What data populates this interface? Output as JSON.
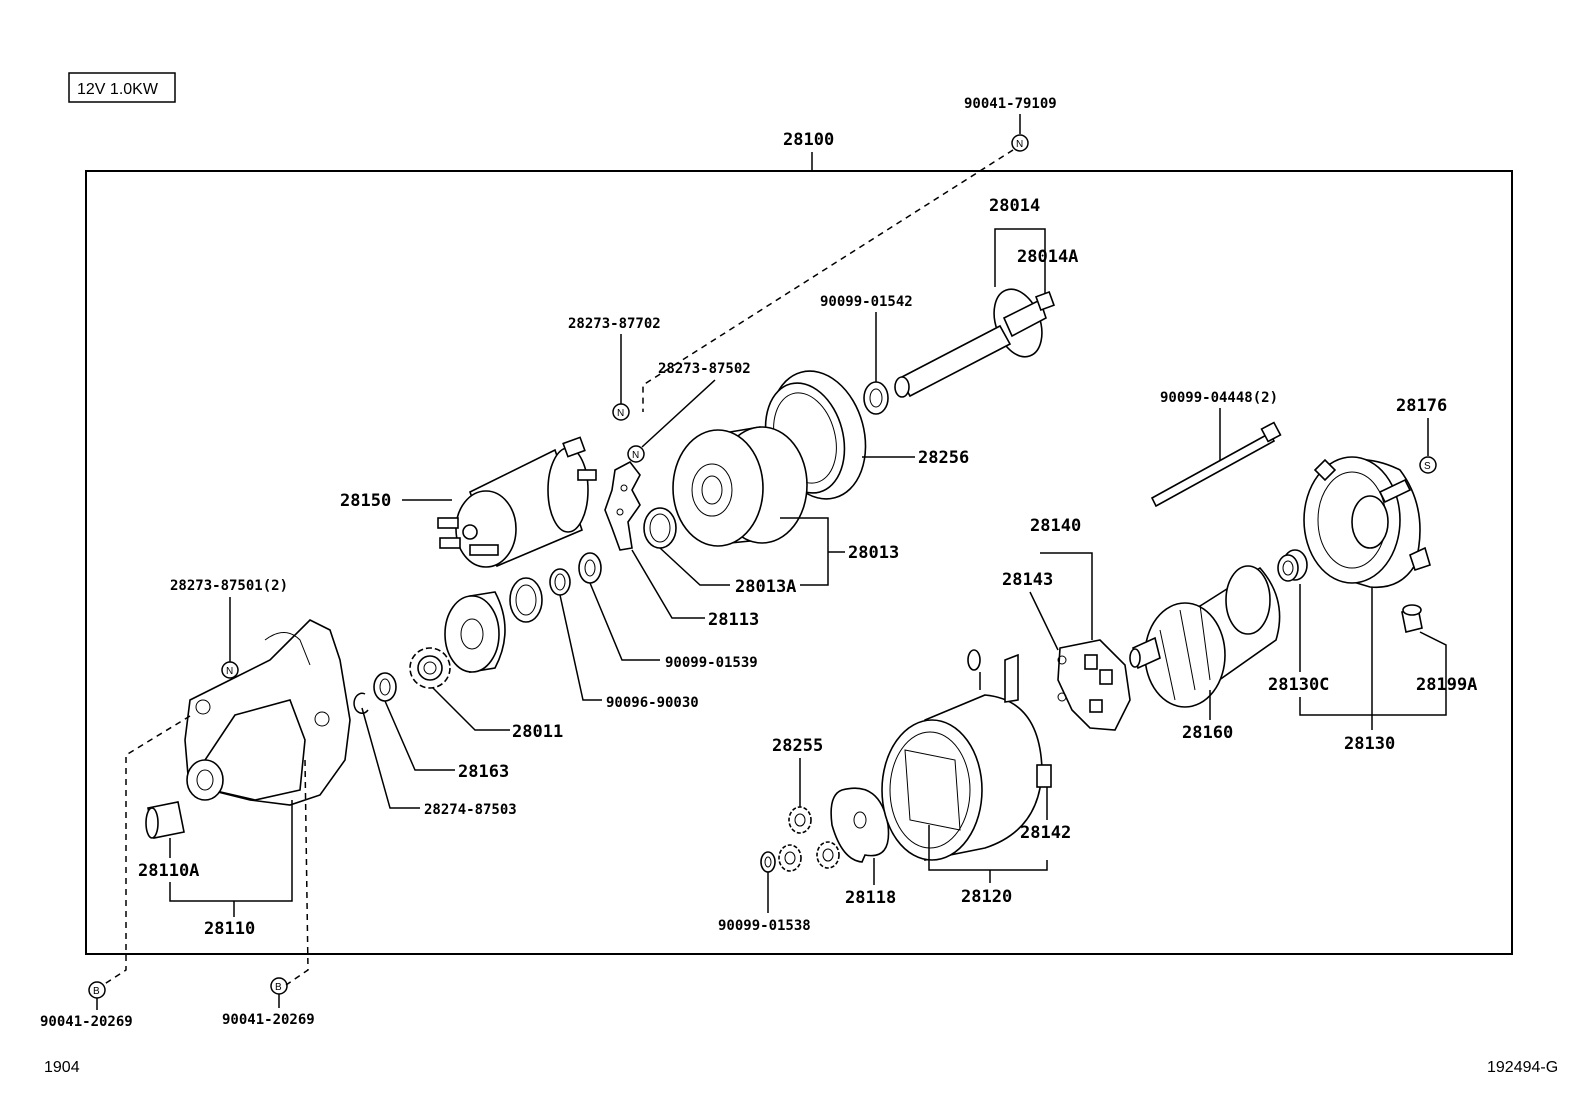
{
  "spec_label": "12V 1.0KW",
  "footer": {
    "left": "1904",
    "right": "192494-G"
  },
  "markers": {
    "n": "N",
    "s": "S",
    "b": "B"
  },
  "labels": {
    "p28100": "28100",
    "p90041_79109": "90041-79109",
    "p28014": "28014",
    "p28014A": "28014A",
    "p90099_01542": "90099-01542",
    "p28273_87702": "28273-87702",
    "p28273_87502": "28273-87502",
    "p28256": "28256",
    "p28150": "28150",
    "p28013": "28013",
    "p28013A": "28013A",
    "p28113": "28113",
    "p90099_01539": "90099-01539",
    "p90096_90030": "90096-90030",
    "p28011": "28011",
    "p28163": "28163",
    "p28274_87503": "28274-87503",
    "p28273_87501": "28273-87501(2)",
    "p28110A": "28110A",
    "p28110": "28110",
    "p90041_20269_a": "90041-20269",
    "p90041_20269_b": "90041-20269",
    "p90099_04448": "90099-04448(2)",
    "p28176": "28176",
    "p28140": "28140",
    "p28143": "28143",
    "p28160": "28160",
    "p28130C": "28130C",
    "p28199A": "28199A",
    "p28130": "28130",
    "p28255": "28255",
    "p28142": "28142",
    "p28118": "28118",
    "p28120": "28120",
    "p90099_01538": "90099-01538"
  }
}
